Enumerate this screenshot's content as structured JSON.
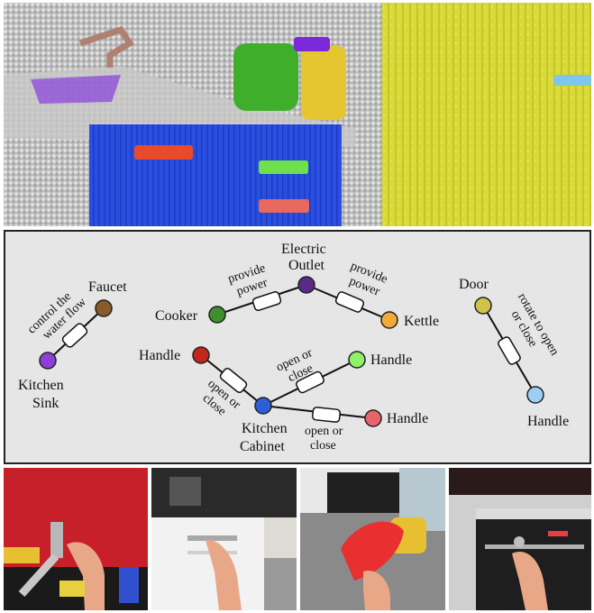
{
  "colors": {
    "kitchen_sink": "#8e3fd8",
    "faucet": "#8a5a2a",
    "cooker": "#3f8f2f",
    "electric_outlet": "#5a2a8a",
    "kettle": "#f2a93b",
    "handle_top": "#c0281e",
    "handle_right_top": "#8ff06a",
    "handle_right_bottom": "#e8646a",
    "kitchen_cabinet": "#2d5fd8",
    "door": "#cfc44a",
    "door_handle": "#9ecdf2"
  },
  "graph": {
    "nodes": {
      "kitchen_sink": [
        "Kitchen",
        "Sink"
      ],
      "faucet": "Faucet",
      "cooker": "Cooker",
      "electric_outlet": [
        "Electric",
        "Outlet"
      ],
      "kettle": "Kettle",
      "handle_top": "Handle",
      "handle_right_top": "Handle",
      "handle_right_bottom": "Handle",
      "kitchen_cabinet": [
        "Kitchen",
        "Cabinet"
      ],
      "door": "Door",
      "door_handle": "Handle"
    },
    "edges": {
      "sink_faucet": [
        "control the",
        "water flow"
      ],
      "cooker_outlet": [
        "provide",
        "power"
      ],
      "outlet_kettle": [
        "provide",
        "power"
      ],
      "handle_cabinet": [
        "open or",
        "close"
      ],
      "cabinet_handle_top": [
        "open or",
        "close"
      ],
      "cabinet_handle_bottom": [
        "open or",
        "close"
      ],
      "door_handle": [
        "rotate to open",
        "or close"
      ]
    }
  }
}
